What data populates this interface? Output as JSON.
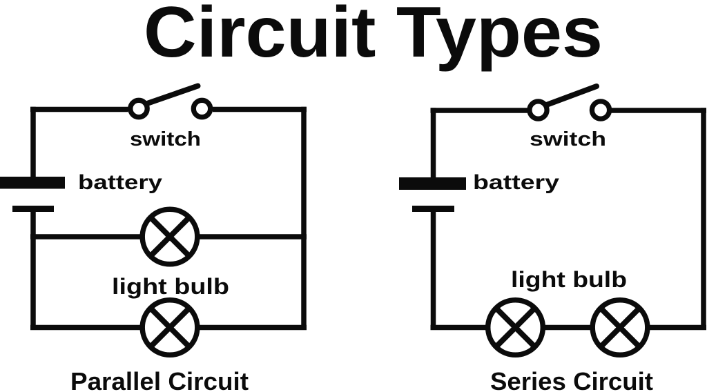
{
  "title": "Circuit Types",
  "parallel": {
    "switch_label": "switch",
    "battery_label": "battery",
    "light_bulb_label": "light bulb",
    "caption": "Parallel Circuit"
  },
  "series": {
    "switch_label": "switch",
    "battery_label": "battery",
    "light_bulb_label": "light bulb",
    "caption": "Series Circuit"
  },
  "colors": {
    "ink": "#0b0b0b",
    "background": "#ffffff"
  }
}
